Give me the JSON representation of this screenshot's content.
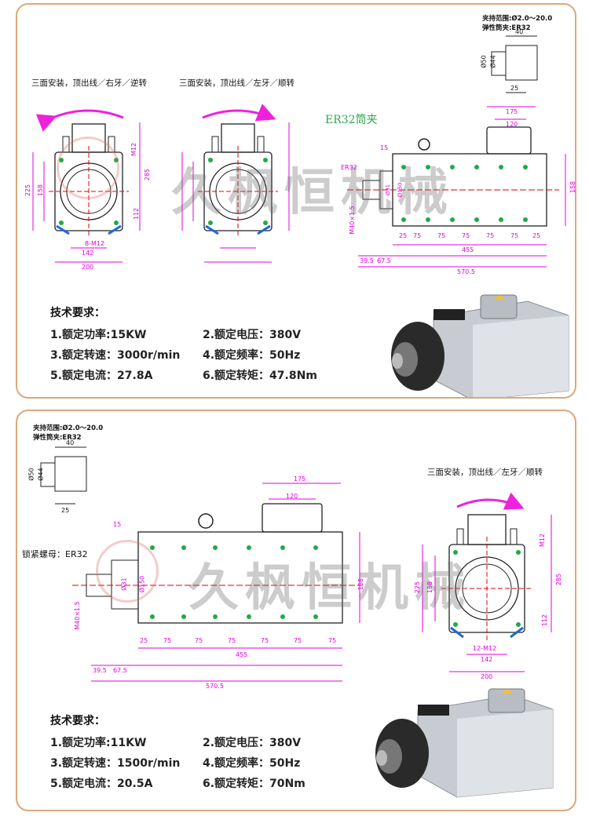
{
  "top": {
    "install_note_left": "三面安装，顶出线／右牙／逆转",
    "install_note_right": "三面安装，顶出线／左牙／顺转",
    "clamp_range": "夹持范围:Ø2.0～20.0",
    "collet": "弹性筒夹:ER32",
    "collet_callout": "ER32筒夹",
    "side_er32": "ER32",
    "watermark": "久枫恒机械",
    "front_dims": {
      "width_total": "200",
      "bolt_span": "142",
      "height_left": "225",
      "height_inner": "158",
      "height_right": "285",
      "offset": "112",
      "thread": "M12",
      "holes": "8-M12"
    },
    "side_dims": {
      "box_width": "175",
      "box_inner": "120",
      "shaft_len": "15",
      "body_height": "158",
      "dia_a": "Ø31",
      "dia_b": "Ø150",
      "nut_thread": "M40×1.5",
      "pitch": [
        "25",
        "75",
        "75",
        "75",
        "75",
        "75",
        "25"
      ],
      "body_len": "455",
      "total_len": "570.5",
      "front_a": "39.5",
      "front_b": "67.5"
    },
    "collet_dims": {
      "w": "40",
      "d1": "Ø50",
      "d2": "Ø44",
      "h": "25"
    },
    "spec_title": "技术要求：",
    "specs": [
      "1.额定功率:15KW",
      "2.额定电压：380V",
      "3.额定转速：3000r/min",
      "4.额定频率：50Hz",
      "5.额定电流：27.8A",
      "6.额定转矩：47.8Nm"
    ]
  },
  "bottom": {
    "clamp_range": "夹持范围:Ø2.0～20.0",
    "collet": "弹性筒夹:ER32",
    "lock_nut": "锁紧螺母：ER32",
    "install_note": "三面安装，顶出线／左牙／顺转",
    "watermark": "久枫恒机械",
    "front_dims": {
      "width_total": "200",
      "bolt_span": "142",
      "height_left": "225",
      "height_inner": "158",
      "height_right": "285",
      "offset": "112",
      "thread": "M12",
      "holes": "12-M12"
    },
    "side_dims": {
      "box_width": "175",
      "box_inner": "120",
      "shaft_len": "15",
      "body_height": "158",
      "dia_a": "Ø31",
      "dia_b": "Ø150",
      "nut_thread": "M40×1.5",
      "pitch": [
        "25",
        "75",
        "75",
        "75",
        "75",
        "75",
        "75"
      ],
      "body_len": "455",
      "total_len": "570.5",
      "front_a": "39.5",
      "front_b": "67.5"
    },
    "collet_dims": {
      "w": "40",
      "d1": "Ø50",
      "d2": "Ø44",
      "h": "25"
    },
    "spec_title": "技术要求：",
    "specs": [
      "1.额定功率:11KW",
      "2.额定电压：380V",
      "3.额定转速：1500r/min",
      "4.额定频率：50Hz",
      "5.额定电流：20.5A",
      "6.额定转矩：70Nm"
    ]
  },
  "colors": {
    "dim": "#e000e0",
    "outline": "#222222",
    "center": "#e00000",
    "hole": "#22aa44",
    "arrow": "#ee22dd",
    "border": "#d9a97a"
  },
  "icons": [
    "rotation-arrow-icon",
    "logo-icon",
    "spindle-photo"
  ]
}
